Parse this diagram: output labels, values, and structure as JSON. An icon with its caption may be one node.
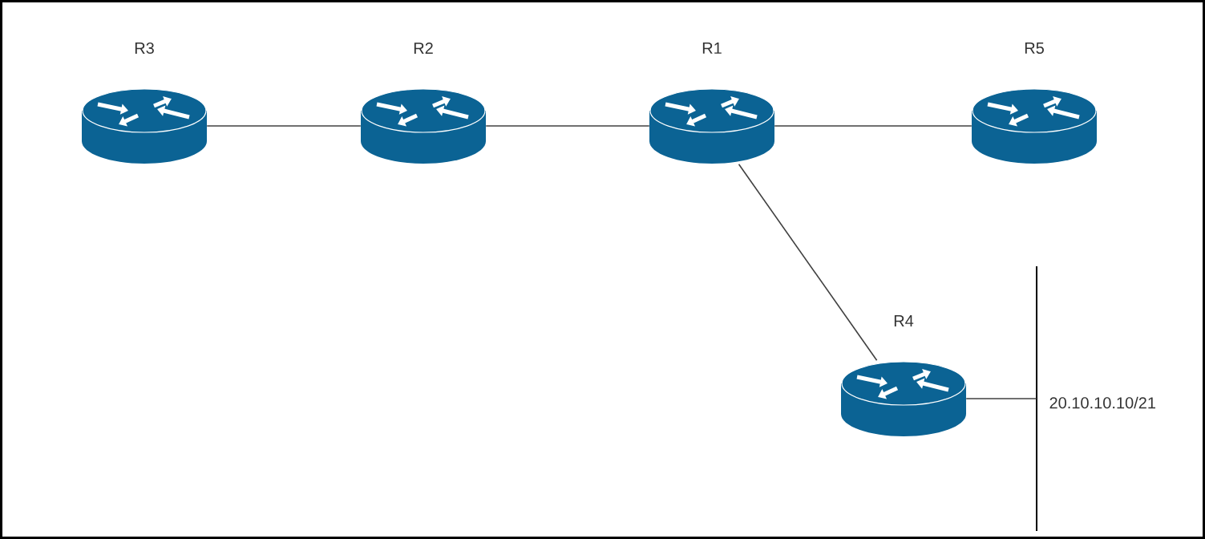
{
  "diagram": {
    "nodes": [
      {
        "text": [
          "R3"
        ]
      },
      {
        "text": [
          "R2"
        ]
      },
      {
        "text": [
          "R1"
        ]
      },
      {
        "text": [
          "R5"
        ]
      },
      {
        "text": [
          "R4"
        ]
      },
      {
        "text": [],
        "shape": "bar"
      }
    ],
    "labels": [
      "20.10.10.10/21"
    ],
    "edges": [
      {
        "from": 0,
        "to": 1,
        "arrow": "none"
      },
      {
        "from": 1,
        "to": 2,
        "arrow": "none"
      },
      {
        "from": 2,
        "to": 3,
        "arrow": "none"
      },
      {
        "from": 2,
        "to": 4,
        "arrow": "none"
      },
      {
        "from": 4,
        "to": 5,
        "arrow": "none"
      }
    ]
  }
}
